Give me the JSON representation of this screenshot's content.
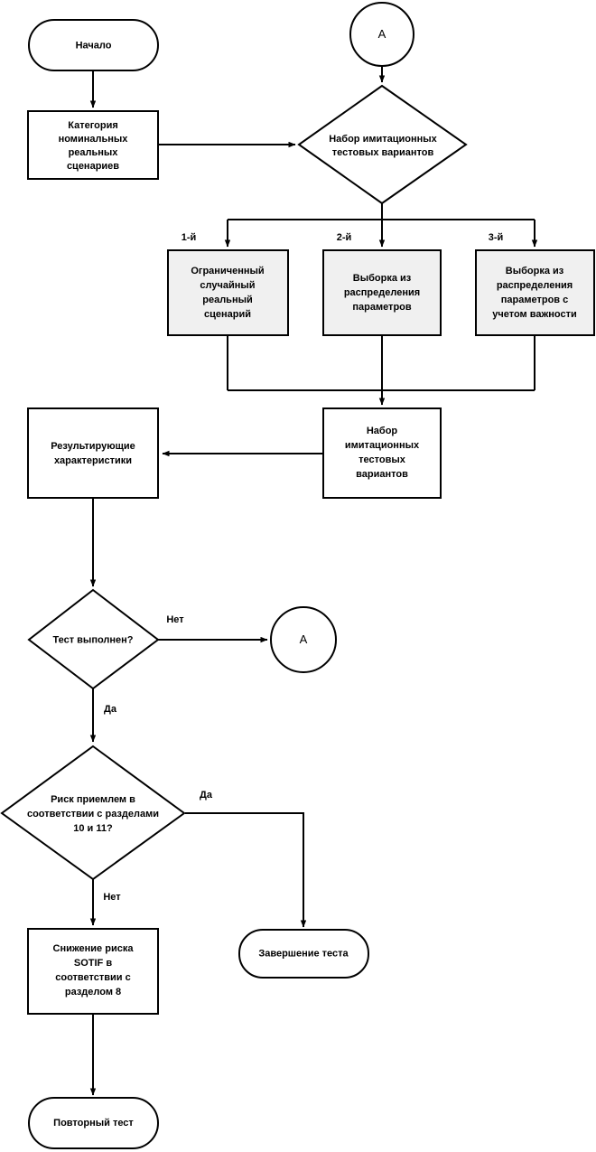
{
  "diagram": {
    "type": "flowchart",
    "title": "SOTIF simulation test process",
    "language": "ru",
    "colors": {
      "stroke": "#000000",
      "background": "#ffffff",
      "shaded_fill": "#f0f0f0"
    }
  },
  "nodes": {
    "start": {
      "shape": "terminator",
      "label": "Начало"
    },
    "nominal_category": {
      "shape": "process",
      "lines": [
        "Категория",
        "номинальных",
        "реальных",
        "сценариев"
      ]
    },
    "connector_a_top": {
      "shape": "connector",
      "label": "A"
    },
    "decision_set": {
      "shape": "decision",
      "lines": [
        "Набор имитационных",
        "тестовых вариантов"
      ]
    },
    "branch1": {
      "shape": "process-shaded",
      "lines": [
        "Ограниченный",
        "случайный",
        "реальный",
        "сценарий"
      ]
    },
    "branch2": {
      "shape": "process-shaded",
      "lines": [
        "Выборка из",
        "распределения",
        "параметров"
      ]
    },
    "branch3": {
      "shape": "process-shaded",
      "lines": [
        "Выборка из",
        "распределения",
        "параметров с",
        "учетом важности"
      ]
    },
    "test_case_set": {
      "shape": "process",
      "lines": [
        "Набор",
        "имитационных",
        "тестовых",
        "вариантов"
      ]
    },
    "result_characteristics": {
      "shape": "process",
      "lines": [
        "Результирующие",
        "характеристики"
      ]
    },
    "decision_test_done": {
      "shape": "decision",
      "lines": [
        "Тест выполнен?"
      ]
    },
    "connector_a_mid": {
      "shape": "connector",
      "label": "A"
    },
    "decision_risk": {
      "shape": "decision",
      "lines": [
        "Риск приемлем в",
        "соответствии с разделами",
        "10 и 11?"
      ]
    },
    "risk_reduction": {
      "shape": "process",
      "lines": [
        "Снижение риска",
        "SOTIF в",
        "соответствии с",
        "разделом 8"
      ]
    },
    "test_complete": {
      "shape": "terminator",
      "label": "Завершение теста"
    },
    "retest": {
      "shape": "terminator",
      "label": "Повторный тест"
    }
  },
  "branch_numbers": {
    "first": "1-й",
    "second": "2-й",
    "third": "3-й"
  },
  "edge_labels": {
    "test_done_no": "Нет",
    "test_done_yes": "Да",
    "risk_yes": "Да",
    "risk_no": "Нет"
  }
}
